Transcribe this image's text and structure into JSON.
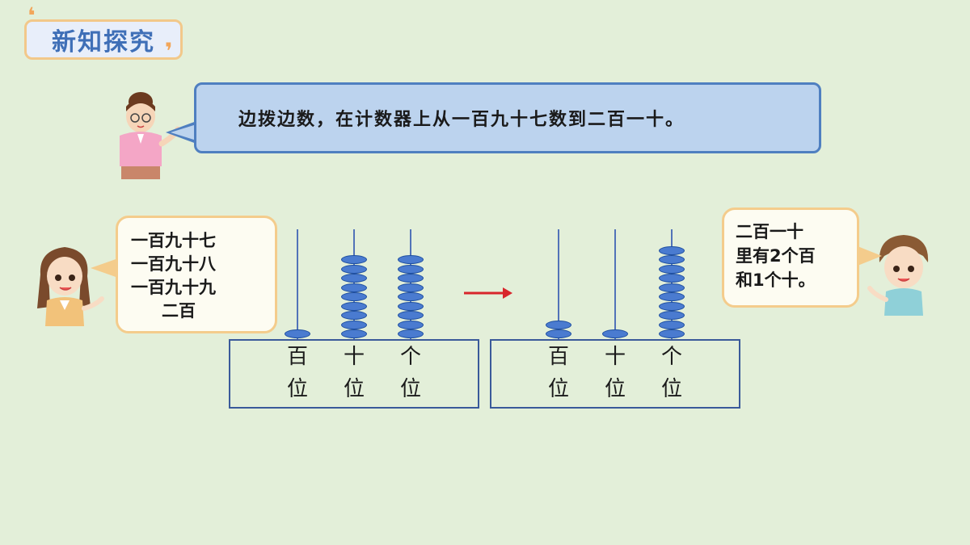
{
  "title": "新知探究",
  "teacher_prompt": "边拨边数，在计数器上从一百九十七数到二百一十。",
  "left_bubble": [
    "一百九十七",
    "一百九十八",
    "一百九十九",
    "二百"
  ],
  "right_bubble": [
    "二百一十",
    "里有2个百",
    "和1个十。"
  ],
  "abacus_left": {
    "labels": [
      {
        "top": "百",
        "bottom": "位"
      },
      {
        "top": "十",
        "bottom": "位"
      },
      {
        "top": "个",
        "bottom": "位"
      }
    ],
    "beads": {
      "hundreds": 1,
      "tens": 9,
      "ones": 9
    }
  },
  "abacus_right": {
    "labels": [
      {
        "top": "百",
        "bottom": "位"
      },
      {
        "top": "十",
        "bottom": "位"
      },
      {
        "top": "个",
        "bottom": "位"
      }
    ],
    "beads": {
      "hundreds": 2,
      "tens": 1,
      "ones": 10
    }
  },
  "colors": {
    "bead": "#4a7bd0",
    "arrow": "#d8262c",
    "bubble_blue": "#bcd3ee",
    "frame": "#3a5a9a"
  }
}
